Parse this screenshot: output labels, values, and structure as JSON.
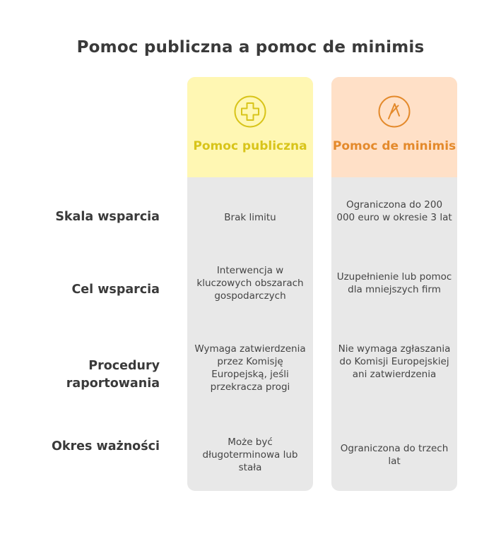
{
  "title": "Pomoc publiczna a pomoc de minimis",
  "rows": [
    {
      "label": "Skala wsparcia"
    },
    {
      "label": "Cel wsparcia"
    },
    {
      "label": "Procedury raportowania"
    },
    {
      "label": "Okres ważności"
    }
  ],
  "columns": [
    {
      "title": "Pomoc publiczna",
      "icon": "plus-icon",
      "color": "#d8c41a",
      "header_bg": "#fff7b3",
      "cells": [
        "Brak limitu",
        "Interwencja w kluczowych obszarach gospodarczych",
        "Wymaga zatwierdzenia przez Komisję Europejską, jeśli przekracza progi",
        "Może być długoterminowa lub stała"
      ]
    },
    {
      "title": "Pomoc de minimis",
      "icon": "compass-icon",
      "color": "#e48a2c",
      "header_bg": "#ffe0c7",
      "cells": [
        "Ograniczona do 200 000 euro w okresie 3 lat",
        "Uzupełnienie lub pomoc dla mniejszych firm",
        "Nie wymaga zgłaszania do Komisji Europejskiej ani zatwierdzenia",
        "Ograniczona do trzech lat"
      ]
    }
  ]
}
